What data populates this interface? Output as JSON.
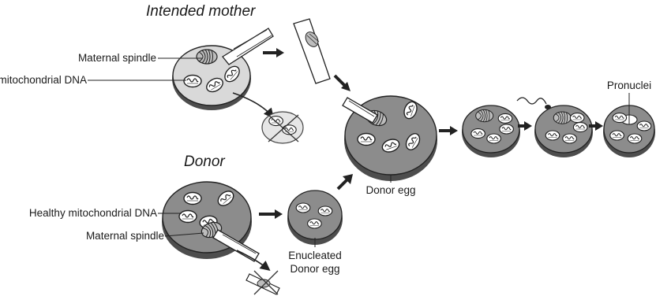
{
  "headings": {
    "intended_mother": "Intended mother",
    "donor": "Donor"
  },
  "labels": {
    "maternal_spindle_top": "Maternal spindle",
    "faulty_mtdna": "Faulty mitochondrial DNA",
    "healthy_mtdna": "Healthy mitochondrial DNA",
    "maternal_spindle_bottom": "Maternal spindle",
    "donor_egg": "Donor egg",
    "enucleated_line1": "Enucleated",
    "enucleated_line2": "Donor egg",
    "pronuclei": "Pronuclei"
  },
  "colors": {
    "egg_light": "#d9d9d9",
    "egg_dark": "#8c8c8c",
    "egg_rim": "#4d4d4d",
    "outline": "#222222",
    "arrow": "#333333"
  }
}
